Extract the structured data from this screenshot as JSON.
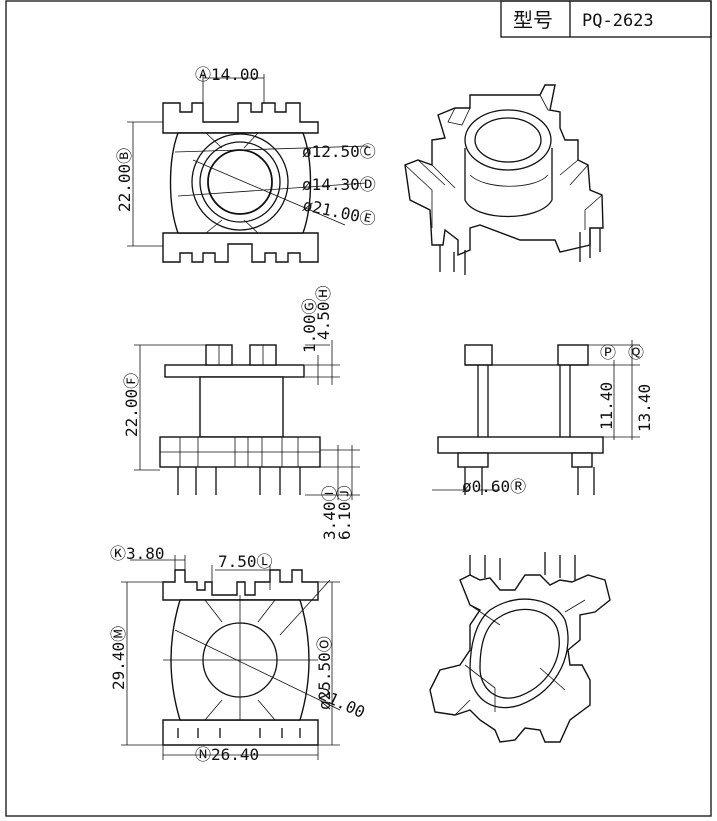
{
  "title_block": {
    "label": "型号",
    "model": "PQ-2623"
  },
  "top_view": {
    "width": "Ⓐ14.00",
    "height": "22.00Ⓑ",
    "dia_inner": "ø12.50Ⓒ",
    "dia_mid": "ø14.30Ⓓ",
    "dia_outer": "ø21.00Ⓔ"
  },
  "front_view": {
    "height": "22.00Ⓕ",
    "g_label": "1.00Ⓖ",
    "h_label": "4.50Ⓗ",
    "i_label": "3.40Ⓘ",
    "j_label": "6.10Ⓙ"
  },
  "side_view": {
    "p_label": "Ⓟ",
    "q_label": "Ⓠ",
    "dim_p": "11.40",
    "dim_q": "13.40",
    "pin_dia": "ø0.60Ⓡ"
  },
  "bottom_view": {
    "k_label": "Ⓚ3.80",
    "l_label": "7.50Ⓛ",
    "m_label": "29.40Ⓜ",
    "n_label": "Ⓝ26.40",
    "o_label": "ø25.50Ⓞ",
    "arc_label": "21.00"
  }
}
